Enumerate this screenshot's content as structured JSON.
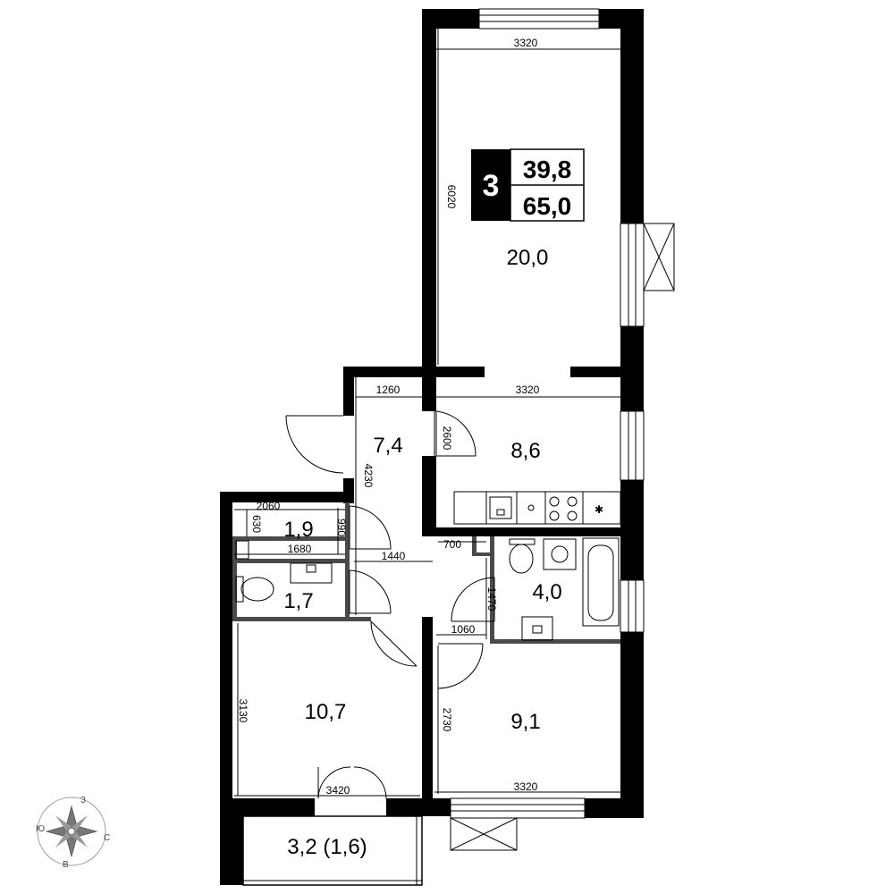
{
  "badge": {
    "rooms": "3",
    "living_area": "39,8",
    "total_area": "65,0"
  },
  "rooms": {
    "living_room": "20,0",
    "kitchen": "8,6",
    "hall": "7,4",
    "wc_small": "1,9",
    "toilet": "1,7",
    "bathroom": "4,0",
    "bedroom_left": "10,7",
    "bedroom_right": "9,1",
    "balcony": "3,2 (1,6)"
  },
  "dimensions": {
    "living_top": "3320",
    "living_side": "6020",
    "hall_top": "1260",
    "kitchen_top": "3320",
    "kitchen_side": "2600",
    "hall_side": "4230",
    "wc_top": "2060",
    "wc_side_left": "630",
    "wc_side_right": "990",
    "wc_bottom": "1680",
    "corridor": "1440",
    "closet": "700",
    "bath_side": "1470",
    "bath_bottom": "1060",
    "bedroom_left_side": "3130",
    "bedroom_left_bottom": "3420",
    "bedroom_right_side": "2730",
    "bedroom_right_bottom": "3320"
  },
  "compass": {
    "n": "З",
    "e": "С",
    "s": "В",
    "w": "Ю"
  }
}
